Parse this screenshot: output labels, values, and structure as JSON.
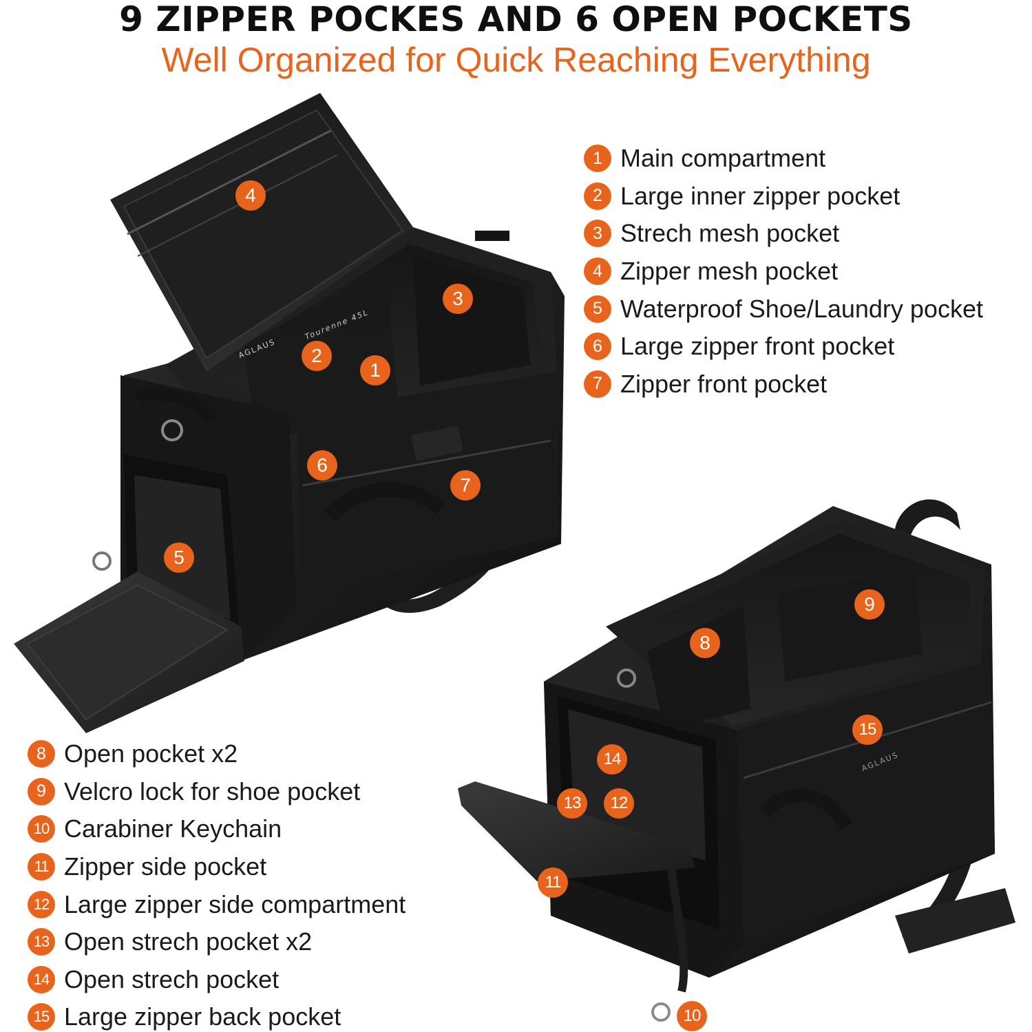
{
  "header": {
    "title": "9 ZIPPER POCKES AND 6 OPEN POCKETS",
    "subtitle": "Well Organized for Quick Reaching Everything"
  },
  "legend_top": [
    {
      "num": "1",
      "label": "Main compartment"
    },
    {
      "num": "2",
      "label": "Large inner zipper pocket"
    },
    {
      "num": "3",
      "label": "Strech mesh pocket"
    },
    {
      "num": "4",
      "label": "Zipper mesh pocket"
    },
    {
      "num": "5",
      "label": "Waterproof Shoe/Laundry pocket"
    },
    {
      "num": "6",
      "label": "Large zipper front pocket"
    },
    {
      "num": "7",
      "label": "Zipper front pocket"
    }
  ],
  "legend_bottom": [
    {
      "num": "8",
      "label": "Open pocket x2"
    },
    {
      "num": "9",
      "label": "Velcro lock for shoe pocket"
    },
    {
      "num": "10",
      "label": "Carabiner Keychain"
    },
    {
      "num": "11",
      "label": "Zipper side pocket"
    },
    {
      "num": "12",
      "label": "Large zipper side compartment"
    },
    {
      "num": "13",
      "label": "Open strech pocket x2"
    },
    {
      "num": "14",
      "label": "Open strech pocket"
    },
    {
      "num": "15",
      "label": "Large zipper back pocket"
    }
  ],
  "markers": {
    "m1": "1",
    "m2": "2",
    "m3": "3",
    "m4": "4",
    "m5": "5",
    "m6": "6",
    "m7": "7",
    "m8": "8",
    "m9": "9",
    "m10": "10",
    "m11": "11",
    "m12": "12",
    "m13": "13",
    "m14": "14",
    "m15": "15"
  },
  "bag_print": {
    "brand": "AGLAUS",
    "model": "Tourenne 45L"
  },
  "colors": {
    "accent": "#e8641c",
    "headline": "#0f0f0f",
    "bag": "#1b1b1b"
  }
}
